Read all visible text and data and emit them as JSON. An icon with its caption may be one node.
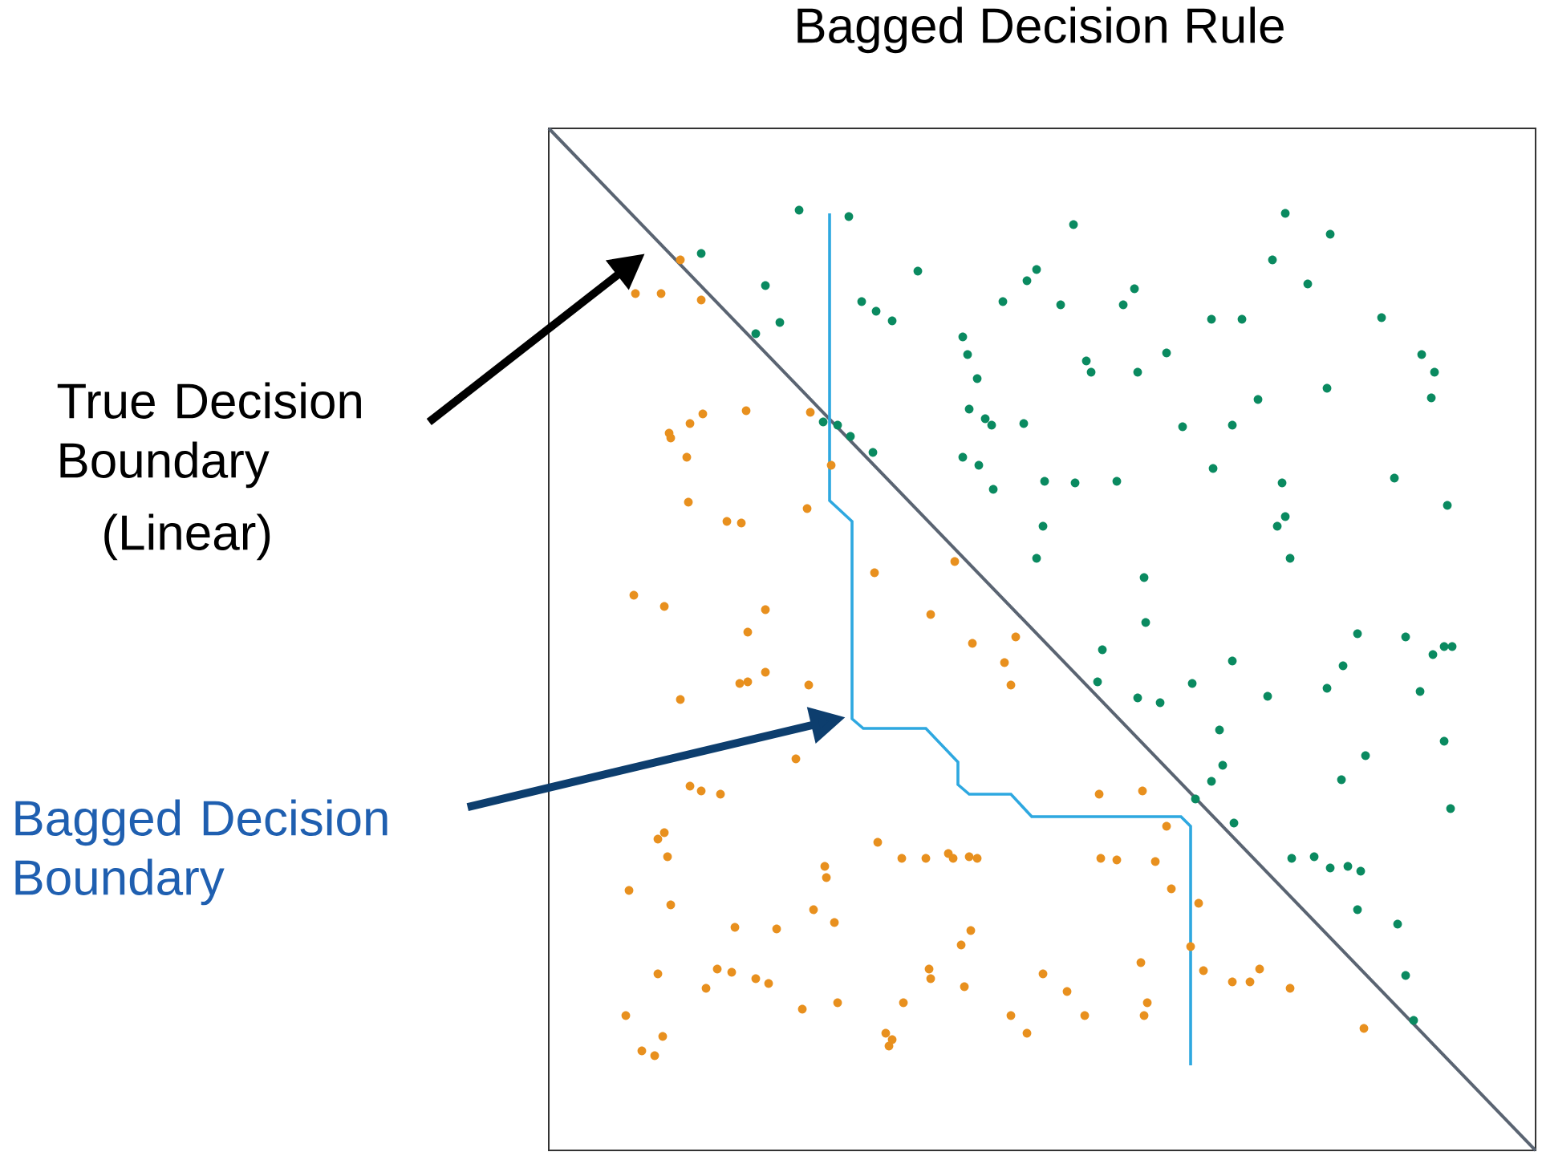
{
  "diagram": {
    "title": "Bagged Decision Rule",
    "nodes": [
      {
        "text": [
          "True Decision Boundary",
          "(Linear)"
        ]
      },
      {
        "text": [
          "Bagged Decision Boundary"
        ]
      }
    ],
    "edges": [
      {
        "from": 0,
        "to": null,
        "arrow": "to"
      },
      {
        "from": 1,
        "to": null,
        "arrow": "to",
        "color": "#0d3e6e"
      }
    ]
  }
}
